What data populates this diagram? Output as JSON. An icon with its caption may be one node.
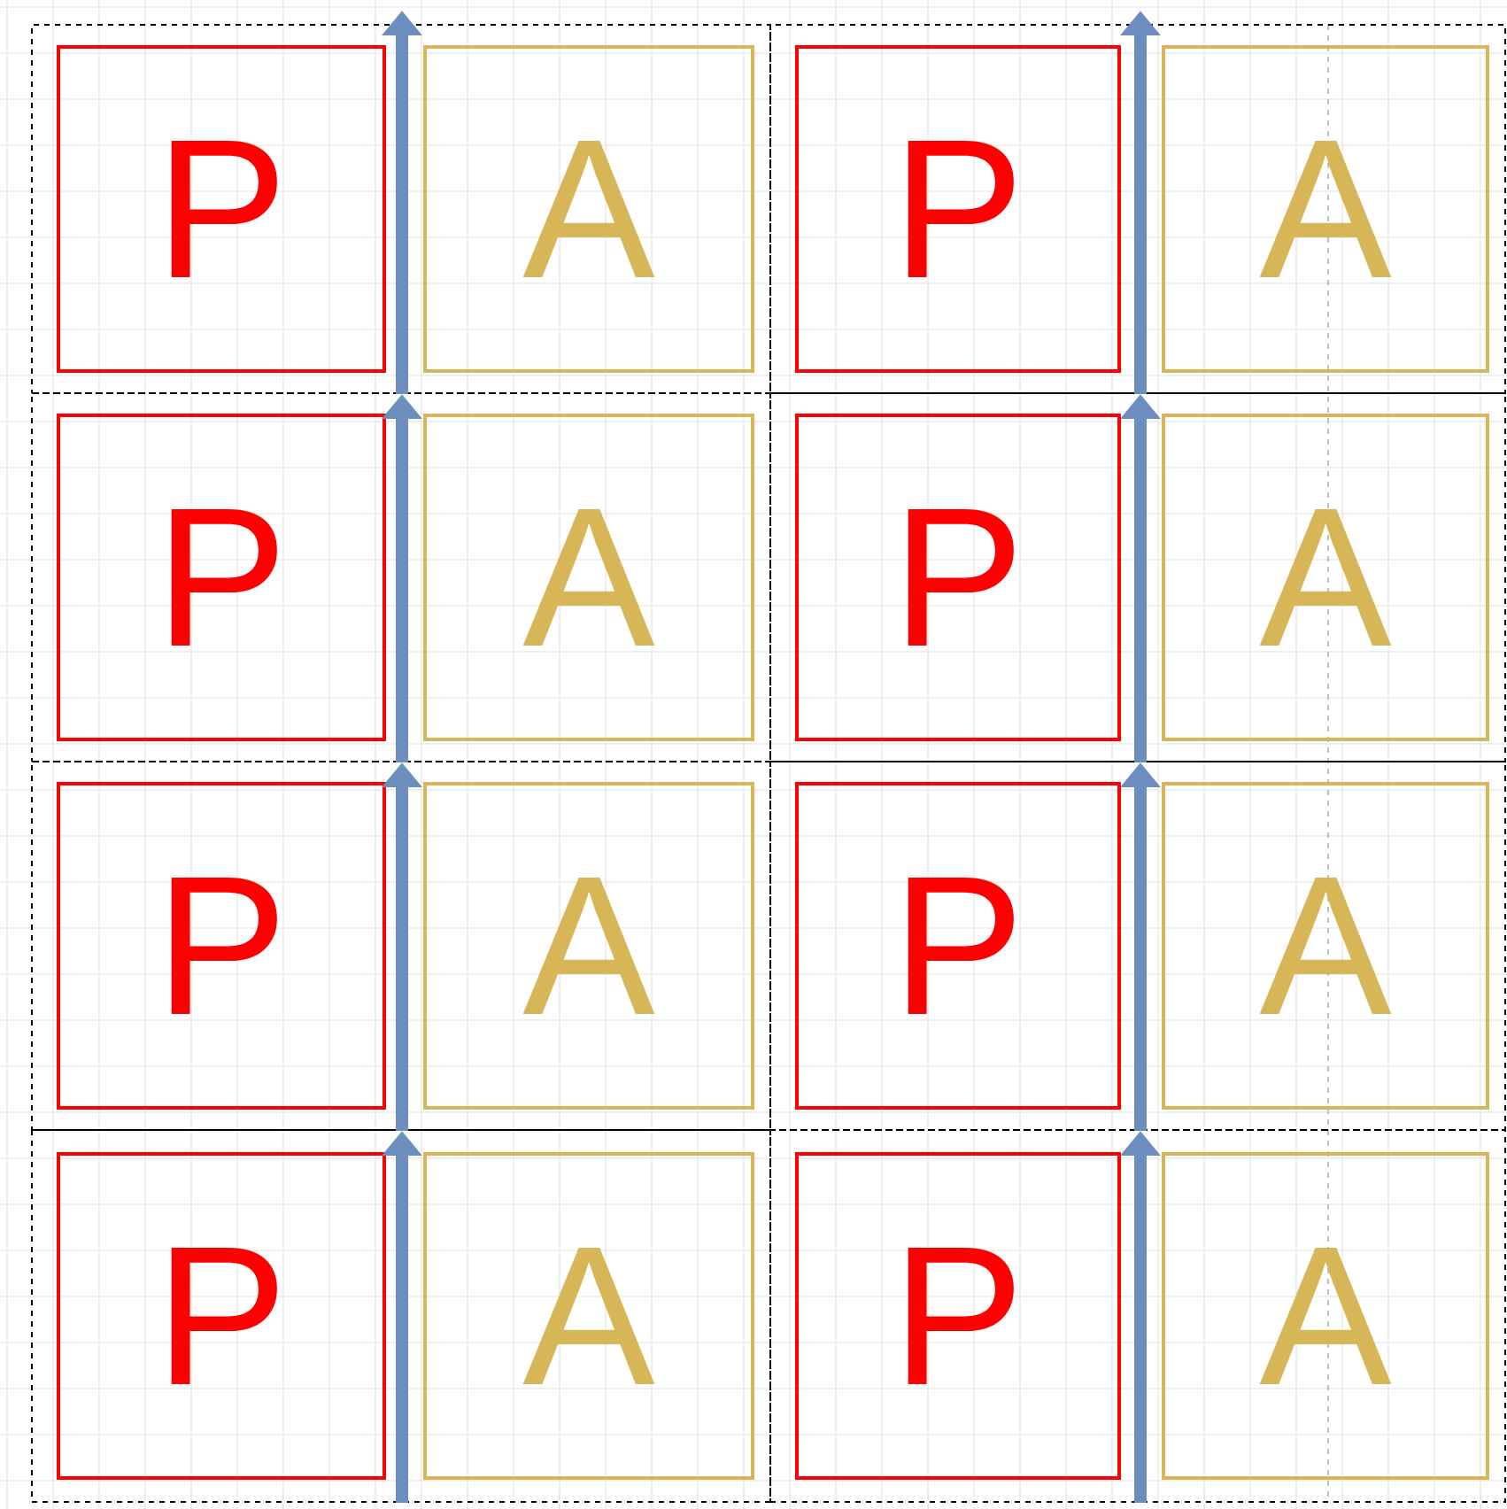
{
  "diagram": {
    "nodes": [
      {
        "text": [],
        "shape": "box"
      },
      {
        "text": [
          "P"
        ],
        "in": 0
      },
      {
        "text": [
          "A"
        ],
        "in": 0
      },
      {
        "text": [],
        "shape": "box"
      },
      {
        "text": [
          "P"
        ],
        "in": 3
      },
      {
        "text": [
          "A"
        ],
        "in": 3
      },
      {
        "text": [],
        "shape": "box"
      },
      {
        "text": [
          "P"
        ],
        "in": 6
      },
      {
        "text": [
          "A"
        ],
        "in": 6
      },
      {
        "text": [],
        "shape": "box"
      },
      {
        "text": [
          "P"
        ],
        "in": 9
      },
      {
        "text": [
          "A"
        ],
        "in": 9
      },
      {
        "text": [],
        "shape": "box"
      },
      {
        "text": [
          "P"
        ],
        "in": 12
      },
      {
        "text": [
          "A"
        ],
        "in": 12
      },
      {
        "text": [],
        "shape": "box"
      },
      {
        "text": [
          "P"
        ],
        "in": 15
      },
      {
        "text": [
          "A"
        ],
        "in": 15
      },
      {
        "text": [],
        "shape": "box"
      },
      {
        "text": [
          "P"
        ],
        "in": 18
      },
      {
        "text": [
          "A"
        ],
        "in": 18
      },
      {
        "text": [],
        "shape": "box"
      },
      {
        "text": [
          "P"
        ],
        "in": 21
      },
      {
        "text": [
          "A"
        ],
        "in": 21
      }
    ],
    "edges": [
      {
        "from": 0,
        "to": null,
        "arrow": "to"
      },
      {
        "from": 6,
        "to": 0,
        "arrow": "to"
      },
      {
        "from": 12,
        "to": 6,
        "arrow": "to"
      },
      {
        "from": 18,
        "to": 12,
        "arrow": "to"
      },
      {
        "from": 3,
        "to": null,
        "arrow": "to"
      },
      {
        "from": 9,
        "to": 3,
        "arrow": "to"
      },
      {
        "from": 15,
        "to": 9,
        "arrow": "to"
      },
      {
        "from": 21,
        "to": 15,
        "arrow": "to"
      }
    ]
  }
}
